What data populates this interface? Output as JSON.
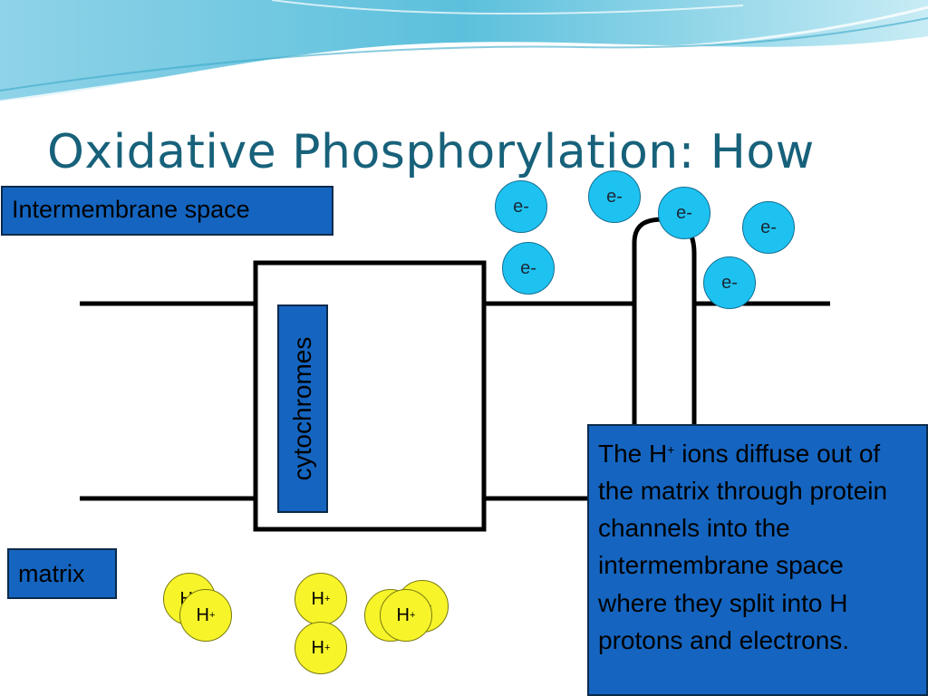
{
  "title": "Oxidative Phosphorylation:  How",
  "labels": {
    "intermembrane": "Intermembrane space",
    "matrix": "matrix",
    "cytochromes": "cytochromes"
  },
  "note": {
    "part1": "The H",
    "sup": "+",
    "part2": " ions diffuse out of the matrix through protein channels into the intermembrane space where they split into H protons and electrons."
  },
  "electrons": [
    "e-",
    "e-",
    "e-",
    "e-",
    "e-",
    "e-"
  ],
  "protons": {
    "h_label": "H",
    "sup": "+"
  },
  "colors": {
    "title": "#17617a",
    "label_fill": "#1565c0",
    "electron": "#1ec2f0",
    "proton": "#f7f52a"
  }
}
